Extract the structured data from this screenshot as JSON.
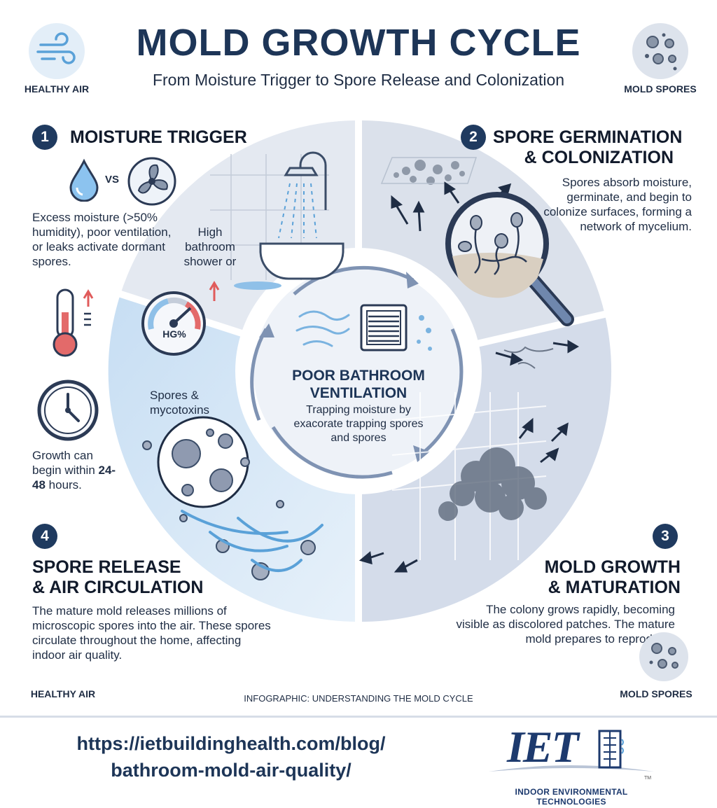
{
  "header": {
    "title": "MOLD GROWTH CYCLE",
    "subtitle": "From Moisture Trigger to Spore Release and Colonization",
    "left_label": "HEALTHY AIR",
    "right_label": "MOLD SPORES"
  },
  "steps": [
    {
      "number": "1",
      "title": "MOISTURE TRIGGER",
      "vs_label": "VS",
      "description": "Excess moisture (>50% humidity), poor ventilation, or leaks activate dormant spores.",
      "shower_label": "High bathroom shower or",
      "gauge_label": "HG%",
      "time_prefix": "Growth can begin within",
      "time_value": "24-48",
      "time_suffix": "hours."
    },
    {
      "number": "2",
      "title_line1": "SPORE GERMINATION",
      "title_line2": "& COLONIZATION",
      "description": "Spores absorb moisture, germinate, and begin to colonize surfaces, forming a network of mycelium."
    },
    {
      "number": "3",
      "title_line1": "MOLD GROWTH",
      "title_line2": "& MATURATION",
      "description": "The colony grows rapidly, becoming visible as discolored patches. The mature mold prepares to reproduce."
    },
    {
      "number": "4",
      "title_line1": "SPORE RELEASE",
      "title_line2": "& AIR CIRCULATION",
      "spores_label": "Spores & mycotoxins",
      "description": "The mature mold releases millions of microscopic spores into the air. These spores circulate throughout the home, affecting indoor air quality."
    }
  ],
  "center": {
    "title": "POOR BATHROOM VENTILATION",
    "description": "Trapping moisture by exacorate trapping spores and spores"
  },
  "footer": {
    "left_label": "HEALTHY AIR",
    "caption": "INFOGRAPHIC: UNDERSTANDING THE MOLD CYCLE",
    "right_label": "MOLD SPORES",
    "url_line1": "https://ietbuildinghealth.com/blog/",
    "url_line2": "bathroom-mold-air-quality/",
    "logo_text": "IET",
    "logo_subtitle": "INDOOR ENVIRONMENTAL TECHNOLOGIES",
    "logo_tm": "TM"
  },
  "colors": {
    "navy": "#1d3557",
    "ring": "#dfe5ef",
    "ring_blue": "#cfe2f3",
    "accent_blue": "#4a90c9"
  },
  "icons": [
    "wind-icon",
    "spores-icon",
    "water-drop-icon",
    "fan-icon",
    "thermometer-icon",
    "clock-icon",
    "shower-icon",
    "gauge-icon",
    "magnifier-icon",
    "vent-icon"
  ]
}
